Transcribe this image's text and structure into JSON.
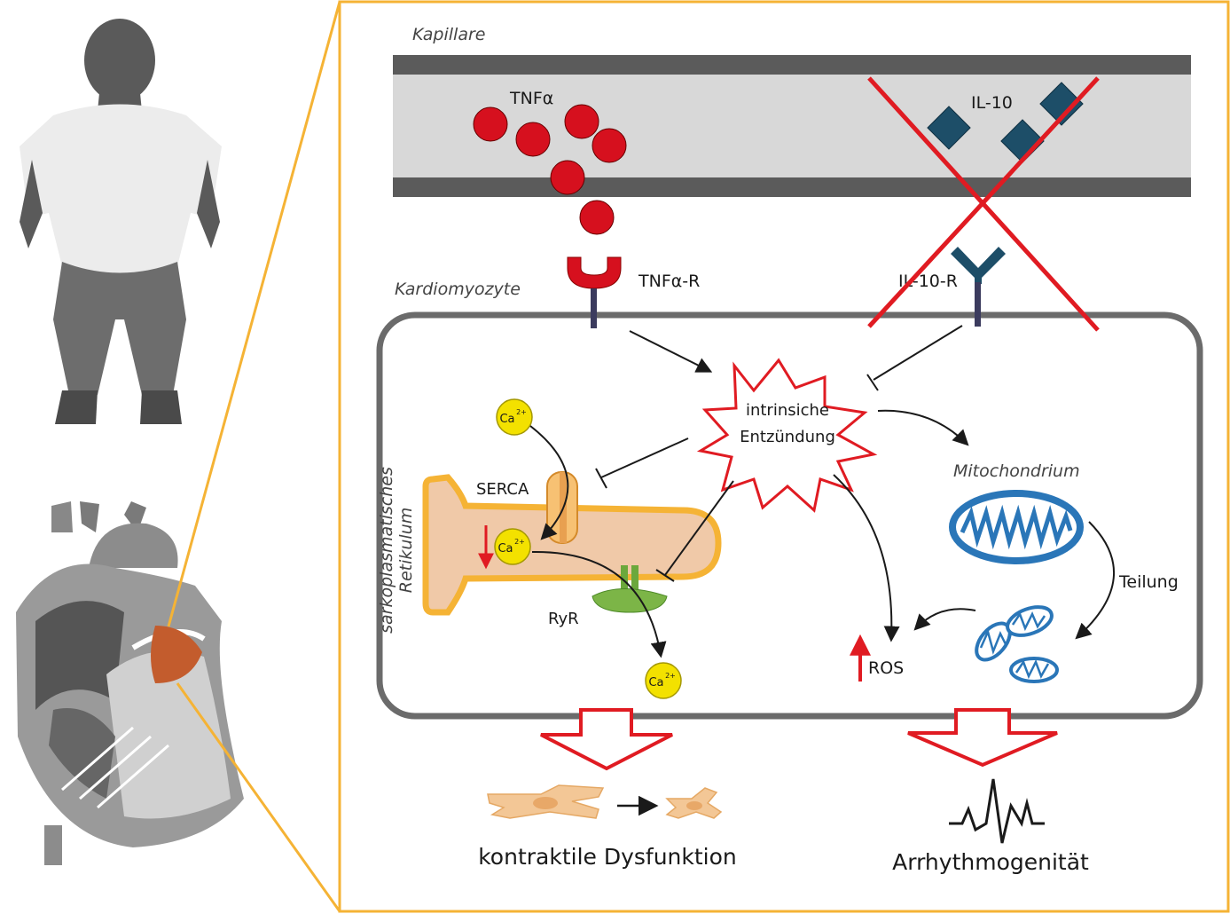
{
  "labels": {
    "capillary": "Kapillare",
    "tnfa": "TNFα",
    "il10": "IL-10",
    "cardiomyocyte": "Kardiomyozyte",
    "tnfa_receptor": "TNFα-R",
    "il10_receptor": "IL-10-R",
    "inflammation_line1": "intrinsiche",
    "inflammation_line2": "Entzündung",
    "serca": "SERCA",
    "sr_line1": "sarkoplasmatisches",
    "sr_line2": "Retikulum",
    "ryr": "RyR",
    "calcium_base": "Ca",
    "calcium_charge": "2+",
    "mitochondrion": "Mitochondrium",
    "division": "Teilung",
    "ros": "ROS",
    "contractile_dysfunction": "kontraktile Dysfunktion",
    "arrhythmogenicity": "Arrhythmogenität"
  },
  "colors": {
    "frame": "#f5b335",
    "tnfa": "#d6101e",
    "il10": "#1d4e68",
    "cross": "#e01b22",
    "membrane": "#6b6b6b",
    "calcium": "#f3e100",
    "mitochondrion": "#2a76b8",
    "sr_fill": "#f0c9a8",
    "ryr": "#5f9d37",
    "cell_fill": "#f3c796"
  }
}
